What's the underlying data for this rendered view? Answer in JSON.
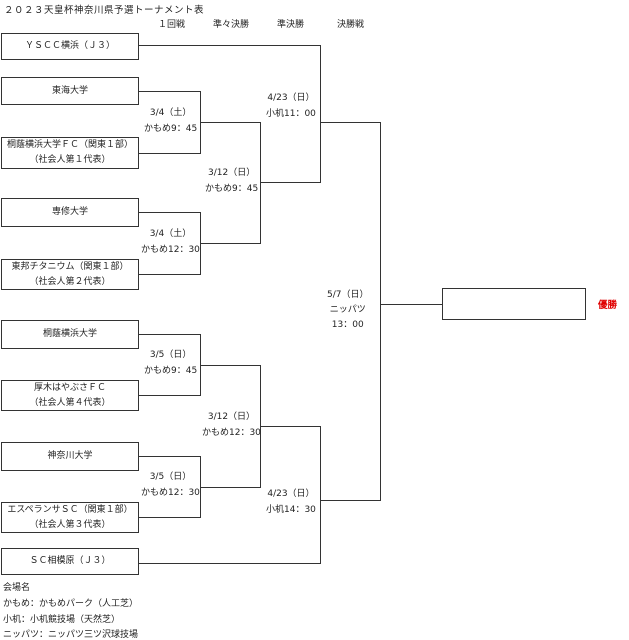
{
  "title": "２０２３天皇杯神奈川県予選トーナメント表",
  "rounds": [
    "１回戦",
    "準々決勝",
    "準決勝",
    "決勝戦"
  ],
  "teams": [
    {
      "lines": [
        "ＹＳＣＣ横浜（Ｊ３）"
      ]
    },
    {
      "lines": [
        "東海大学"
      ]
    },
    {
      "lines": [
        "桐蔭横浜大学ＦＣ（関東１部）",
        "（社会人第１代表）"
      ]
    },
    {
      "lines": [
        "専修大学"
      ]
    },
    {
      "lines": [
        "東邦チタニウム（関東１部）",
        "（社会人第２代表）"
      ]
    },
    {
      "lines": [
        "桐蔭横浜大学"
      ]
    },
    {
      "lines": [
        "厚木はやぶさＦＣ",
        "（社会人第４代表）"
      ]
    },
    {
      "lines": [
        "神奈川大学"
      ]
    },
    {
      "lines": [
        "エスペランサＳＣ（関東１部）",
        "（社会人第３代表）"
      ]
    },
    {
      "lines": [
        "ＳＣ相模原（Ｊ３）"
      ]
    }
  ],
  "matches": {
    "r1_a": {
      "date": "3/4（土）",
      "venue": "かもめ9：45"
    },
    "r1_b": {
      "date": "3/4（土）",
      "venue": "かもめ12：30"
    },
    "r1_c": {
      "date": "3/5（日）",
      "venue": "かもめ9：45"
    },
    "r1_d": {
      "date": "3/5（日）",
      "venue": "かもめ12：30"
    },
    "qf_a": {
      "date": "3/12（日）",
      "venue": "かもめ9：45"
    },
    "qf_b": {
      "date": "3/12（日）",
      "venue": "かもめ12：30"
    },
    "sf_a": {
      "date": "4/23（日）",
      "venue": "小机11：00"
    },
    "sf_b": {
      "date": "4/23（日）",
      "venue": "小机14：30"
    },
    "final": {
      "date": "5/7（日）",
      "venue": "ニッパツ",
      "time": "13：00"
    }
  },
  "winner_label": "優勝",
  "winner_color": "#e00000",
  "legend": {
    "heading": "会場名",
    "items": [
      "かもめ：かもめパーク（人工芝）",
      "小机：小机競技場（天然芝）",
      "ニッパツ：ニッパツ三ツ沢球技場"
    ]
  }
}
